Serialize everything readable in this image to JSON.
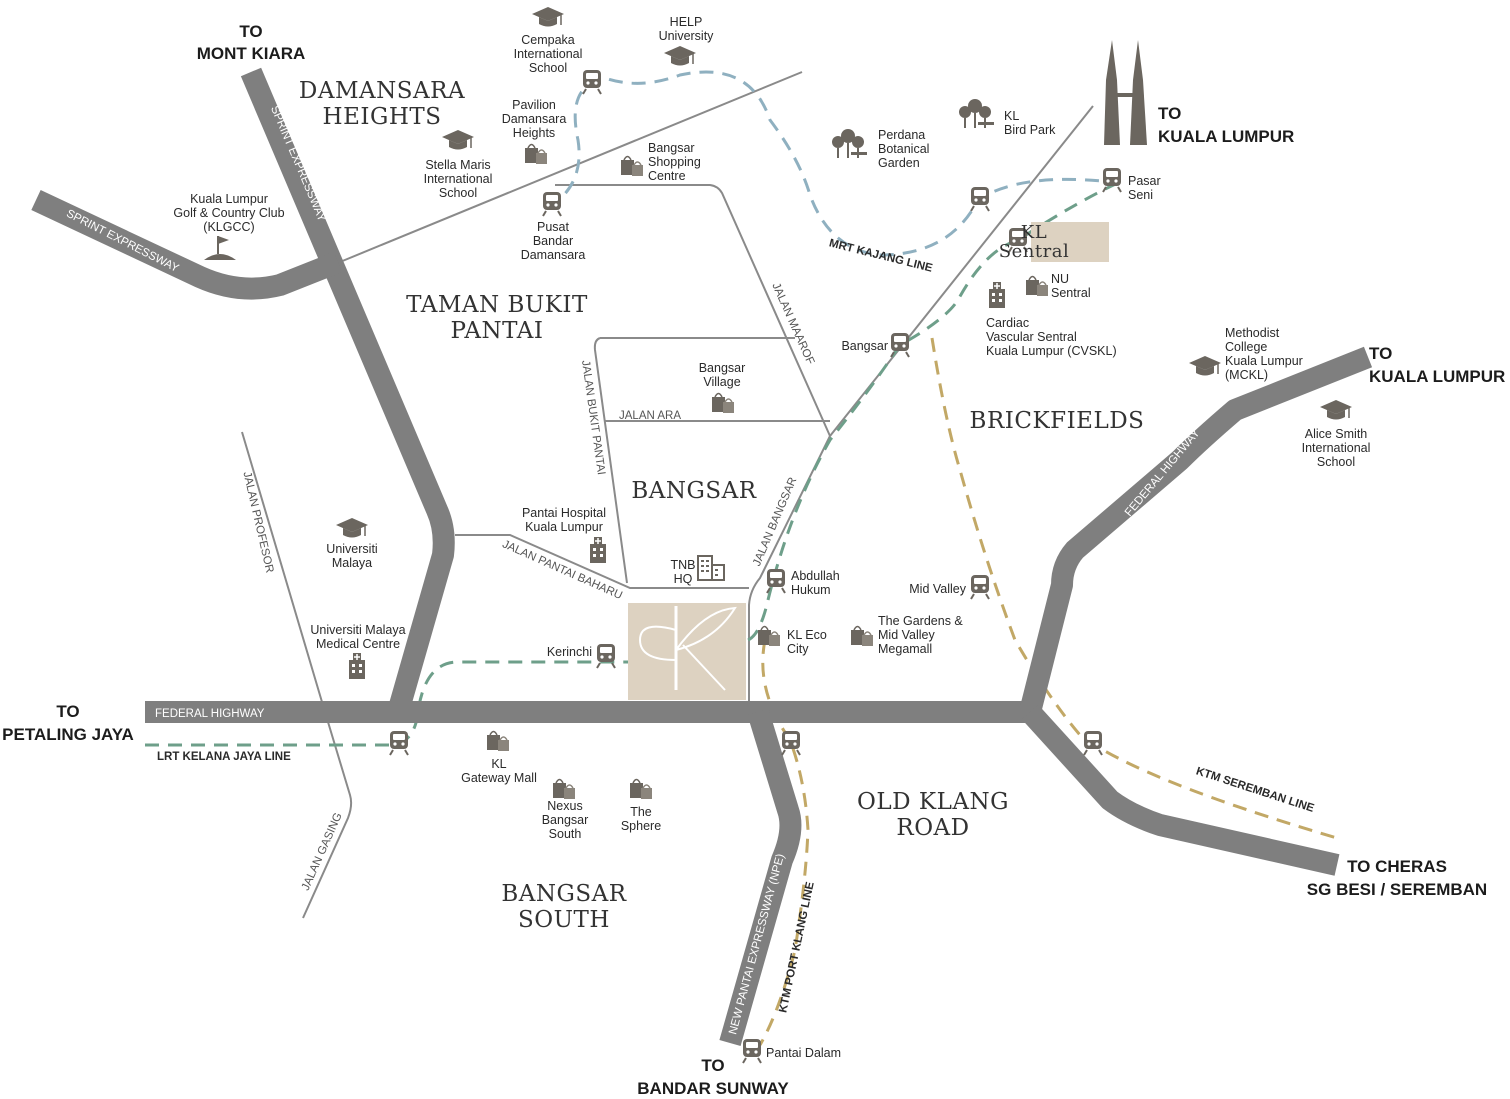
{
  "colors": {
    "road": "#7f7f7f",
    "minor_road": "#8a8a8a",
    "lrt_kelana_jaya": "#6e9f8a",
    "mrt_kajang": "#8fb0c0",
    "ktm": "#c2a866",
    "icon": "#6b665f",
    "brand_tile": "#ddd2c1"
  },
  "destinations": {
    "mont_kiara": [
      "TO",
      "MONT KIARA"
    ],
    "kl_north": [
      "TO",
      "KUALA LUMPUR"
    ],
    "kl_east": [
      "TO",
      "KUALA LUMPUR"
    ],
    "petaling_jaya": [
      "TO",
      "PETALING JAYA"
    ],
    "cheras": [
      "TO CHERAS",
      "SG BESI / SEREMBAN"
    ],
    "sunway": [
      "TO",
      "BANDAR SUNWAY"
    ]
  },
  "areas": {
    "damansara": [
      "DAMANSARA",
      "HEIGHTS"
    ],
    "taman": [
      "TAMAN BUKIT",
      "PANTAI"
    ],
    "bangsar": "BANGSAR",
    "brickfields": "BRICKFIELDS",
    "old_klang": [
      "OLD KLANG",
      "ROAD"
    ],
    "bangsar_south": [
      "BANGSAR",
      "SOUTH"
    ]
  },
  "roads": {
    "sprint_n": "SPRINT EXPRESSWAY",
    "sprint_w": "SPRINT EXPRESSWAY",
    "federal_w": "FEDERAL HIGHWAY",
    "federal_e": "FEDERAL HIGHWAY",
    "npe": "NEW PANTAI EXPRESSWAY (NPE)",
    "maarof": "JALAN MAAROF",
    "bukit_pantai": "JALAN BUKIT PANTAI",
    "ara": "JALAN ARA",
    "bangsar": "JALAN BANGSAR",
    "pantai_baharu": "JALAN PANTAI BAHARU",
    "profesor": "JALAN PROFESOR",
    "gasing": "JALAN GASING"
  },
  "rail_lines": {
    "lrt": "LRT KELANA JAYA LINE",
    "mrt": "MRT KAJANG LINE",
    "ktm_seremban": "KTM SEREMBAN LINE",
    "ktm_port_klang": "KTM PORT KLANG LINE"
  },
  "stations": {
    "pusat": [
      "Pusat",
      "Bandar",
      "Damansara"
    ],
    "pasar_seni": [
      "Pasar",
      "Seni"
    ],
    "kl_sentral": [
      "KL",
      "Sentral"
    ],
    "bangsar": "Bangsar",
    "abdullah_hukum": [
      "Abdullah",
      "Hukum"
    ],
    "kerinchi": "Kerinchi",
    "mid_valley": "Mid Valley",
    "pantai_dalam": "Pantai Dalam"
  },
  "places": {
    "cempaka": [
      "Cempaka",
      "International",
      "School"
    ],
    "help": [
      "HELP",
      "University"
    ],
    "pavilion": [
      "Pavilion",
      "Damansara",
      "Heights"
    ],
    "stella": [
      "Stella Maris",
      "International",
      "School"
    ],
    "bangsar_shopping": [
      "Bangsar",
      "Shopping",
      "Centre"
    ],
    "perdana": [
      "Perdana",
      "Botanical",
      "Garden"
    ],
    "bird_park": [
      "KL",
      "Bird Park"
    ],
    "klgcc": [
      "Kuala Lumpur",
      "Golf & Country Club",
      "(KLGCC)"
    ],
    "nu_sentral": [
      "NU",
      "Sentral"
    ],
    "cvskl": [
      "Cardiac",
      "Vascular Sentral",
      "Kuala Lumpur (CVSKL)"
    ],
    "mckl": [
      "Methodist",
      "College",
      "Kuala Lumpur",
      "(MCKL)"
    ],
    "alice_smith": [
      "Alice Smith",
      "International",
      "School"
    ],
    "bangsar_village": [
      "Bangsar",
      "Village"
    ],
    "pantai_hospital": [
      "Pantai Hospital",
      "Kuala Lumpur"
    ],
    "um": [
      "Universiti",
      "Malaya"
    ],
    "tnb": [
      "TNB",
      "HQ"
    ],
    "ummc": [
      "Universiti Malaya",
      "Medical Centre"
    ],
    "kl_eco": [
      "KL Eco",
      "City"
    ],
    "gardens": [
      "The Gardens &",
      "Mid Valley",
      "Megamall"
    ],
    "gateway": [
      "KL",
      "Gateway Mall"
    ],
    "nexus": [
      "Nexus",
      "Bangsar",
      "South"
    ],
    "sphere": [
      "The",
      "Sphere"
    ]
  },
  "icons": [
    "train-icon",
    "school-icon",
    "shopping-bag-icon",
    "hospital-icon",
    "park-icon",
    "golf-icon",
    "building-icon",
    "twin-towers-icon"
  ]
}
